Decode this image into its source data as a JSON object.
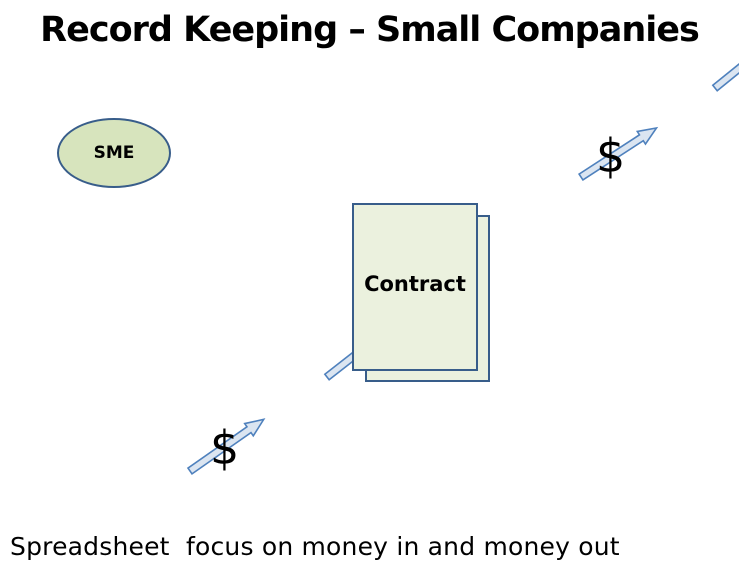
{
  "title": "Record Keeping – Small Companies",
  "entity": {
    "label": "SME"
  },
  "document": {
    "label": "Contract"
  },
  "money": {
    "top_symbol": "$",
    "bottom_symbol": "$"
  },
  "caption": "Spreadsheet  focus on money in and money out",
  "icons": {
    "arrow": "arrow-down-left-icon"
  },
  "colors": {
    "oval_fill": "#d7e4bd",
    "document_fill": "#ebf1de",
    "shape_border": "#385d8a",
    "arrow_fill": "#dbe5f1",
    "arrow_stroke": "#4f81bd"
  }
}
